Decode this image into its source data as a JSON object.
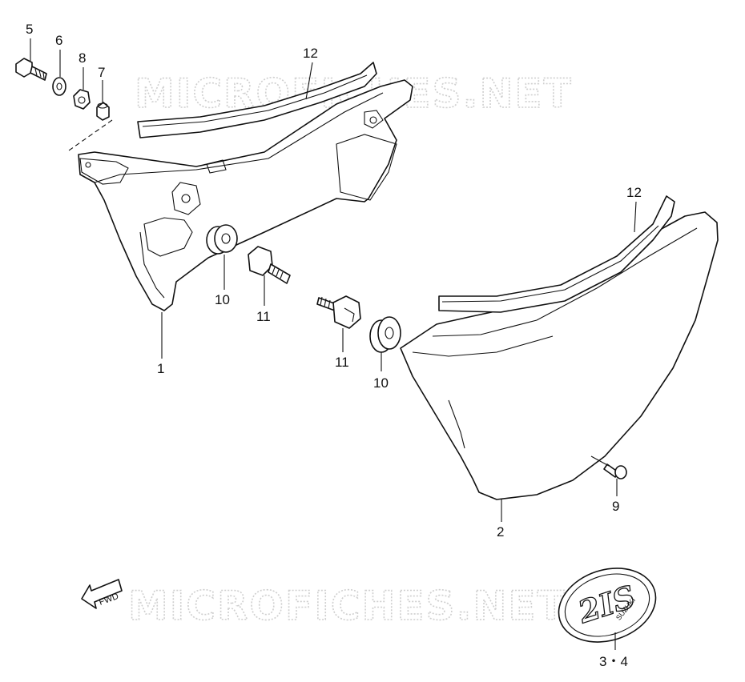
{
  "watermark": "MICROFICHES.NET",
  "fwd_label": "FWD",
  "emblem": {
    "main_text": "2IS",
    "sub_text": "SUZUKI"
  },
  "callouts": [
    {
      "id": "5",
      "label": "5"
    },
    {
      "id": "6",
      "label": "6"
    },
    {
      "id": "8",
      "label": "8"
    },
    {
      "id": "7",
      "label": "7"
    },
    {
      "id": "12a",
      "label": "12"
    },
    {
      "id": "12b",
      "label": "12"
    },
    {
      "id": "10a",
      "label": "10"
    },
    {
      "id": "11a",
      "label": "11"
    },
    {
      "id": "1",
      "label": "1"
    },
    {
      "id": "11b",
      "label": "11"
    },
    {
      "id": "10b",
      "label": "10"
    },
    {
      "id": "9",
      "label": "9"
    },
    {
      "id": "2",
      "label": "2"
    },
    {
      "id": "34",
      "label": "3・4"
    }
  ]
}
